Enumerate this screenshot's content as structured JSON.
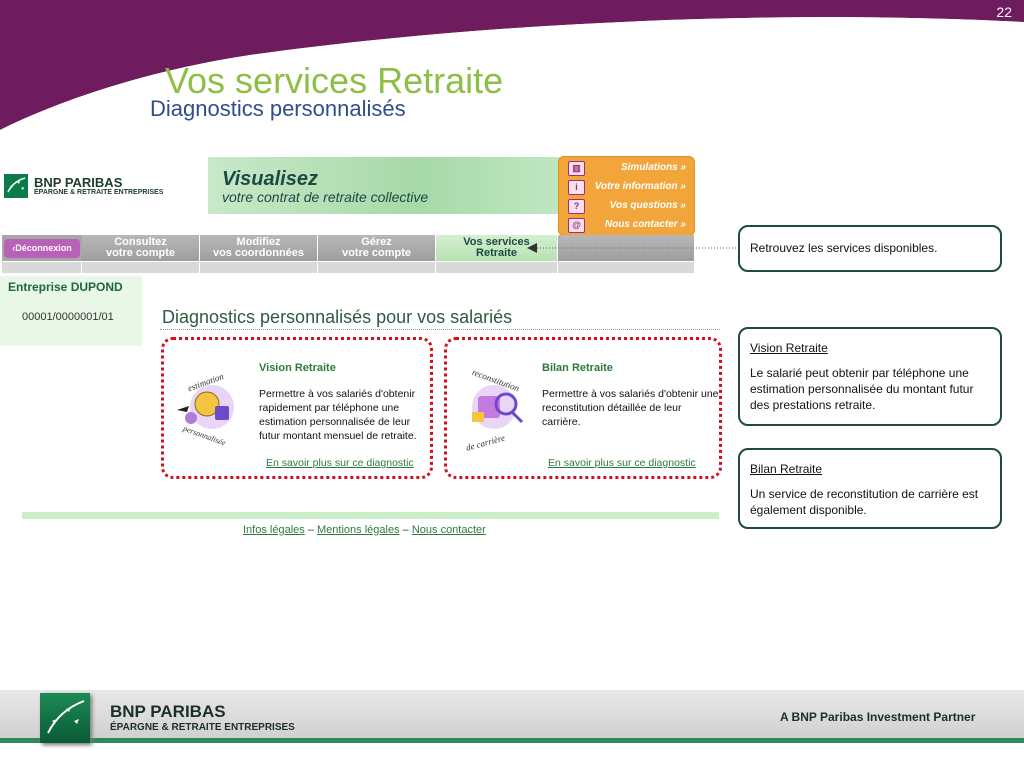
{
  "slide": {
    "number": "22",
    "title": "Vos services Retraite",
    "subtitle": "Diagnostics personnalisés"
  },
  "site": {
    "brand": "BNP PARIBAS",
    "brand_sub": "ÉPARGNE & RETRAITE ENTREPRISES",
    "banner_title": "Visualisez",
    "banner_subtitle": "votre contrat de retraite collective",
    "quick_links": [
      {
        "label": "Simulations »",
        "icon": "chart-icon"
      },
      {
        "label": "Votre information »",
        "icon": "info-icon"
      },
      {
        "label": "Vos questions »",
        "icon": "question-icon"
      },
      {
        "label": "Nous contacter »",
        "icon": "at-icon"
      }
    ],
    "nav": {
      "logout": "‹Déconnexion",
      "tabs": [
        {
          "line1": "Consultez",
          "line2": "votre compte"
        },
        {
          "line1": "Modifiez",
          "line2": "vos coordonnées"
        },
        {
          "line1": "Gérez",
          "line2": "votre compte"
        },
        {
          "line1": "Vos services",
          "line2": "Retraite"
        }
      ]
    },
    "company": {
      "name": "Entreprise DUPOND",
      "id": "00001/0000001/01"
    },
    "heading": "Diagnostics personnalisés pour vos salariés",
    "cards": [
      {
        "title": "Vision Retraite",
        "text": "Permettre à vos salariés d'obtenir rapidement par téléphone une estimation personnalisée de leur futur montant mensuel de retraite.",
        "link": "En savoir plus sur ce diagnostic",
        "badge_top": "estimation",
        "badge_bottom": "personnalisée"
      },
      {
        "title": "Bilan Retraite",
        "text": "Permettre à vos salariés d'obtenir une reconstitution détaillée de leur carrière.",
        "link": "En savoir plus sur ce diagnostic",
        "badge_top": "reconstitution",
        "badge_bottom": "de carrière"
      }
    ],
    "footer": {
      "link1": "Infos légales",
      "sep": "–",
      "link2": "Mentions légales",
      "link3": "Nous contacter"
    }
  },
  "callouts": {
    "services": "Retrouvez les services disponibles.",
    "vision_title": "Vision Retraite",
    "vision_text": "Le salarié peut obtenir par téléphone une estimation personnalisée du montant futur des prestations retraite.",
    "bilan_title": "Bilan Retraite",
    "bilan_text": "Un service de reconstitution de carrière est également disponible."
  },
  "footer_bar": {
    "brand": "BNP PARIBAS",
    "sub": "ÉPARGNE & RETRAITE ENTREPRISES",
    "partner": "A BNP Paribas Investment Partner"
  },
  "colors": {
    "header_purple": "#6e1c5e",
    "title_green": "#8dbf47",
    "subtitle_blue": "#2f4e8a",
    "accent_orange": "#f2a53a",
    "card_border_red": "#d40f1f"
  }
}
